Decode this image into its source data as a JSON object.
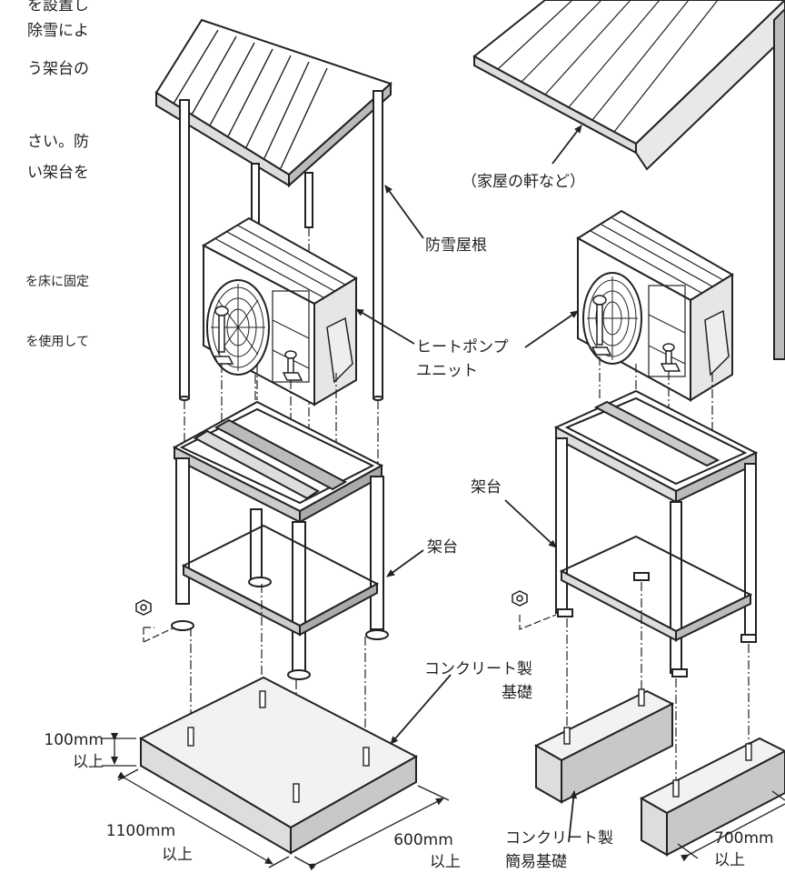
{
  "left_text": {
    "line1": "を設置し",
    "line2": "除雪によ",
    "line3": "う架台の",
    "line4": "さい。防",
    "line5": "い架台を",
    "line6": "を床に固定",
    "line7": "を使用して"
  },
  "labels": {
    "eaves": "（家屋の軒など）",
    "snow_roof": "防雪屋根",
    "heatpump_l1": "ヒートポンプ",
    "heatpump_l2": "ユニット",
    "stand_left": "架台",
    "stand_right": "架台",
    "concrete_base_l1": "コンクリート製",
    "concrete_base_l2": "基礎",
    "simple_base_l1": "コンクリート製",
    "simple_base_l2": "簡易基礎",
    "height_l1": "100mm",
    "height_l2": "以上",
    "width_l1": "1100mm",
    "width_l2": "以上",
    "depth_l1": "600mm",
    "depth_l2": "以上",
    "span_l1": "700mm",
    "span_l2": "以上"
  }
}
